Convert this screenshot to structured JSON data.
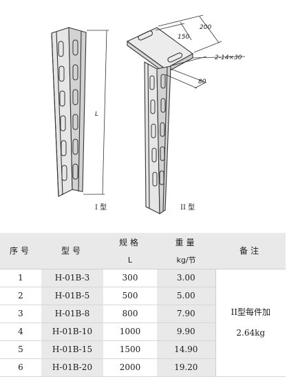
{
  "drawing": {
    "type1_caption": "I 型",
    "type2_caption": "II 型",
    "length_label": "L",
    "dim_200": "200",
    "dim_150": "150",
    "dim_80": "80",
    "dim_slot": "2-14×30"
  },
  "table": {
    "headers": {
      "index": "序号",
      "model": "型号",
      "spec": "规格",
      "spec_sub": "L",
      "weight": "重量",
      "weight_sub": "kg/节",
      "note": "备注"
    },
    "rows": [
      {
        "index": "1",
        "model": "H-01B-3",
        "length": "300",
        "weight": "3.00"
      },
      {
        "index": "2",
        "model": "H-01B-5",
        "length": "500",
        "weight": "5.00"
      },
      {
        "index": "3",
        "model": "H-01B-8",
        "length": "800",
        "weight": "7.90"
      },
      {
        "index": "4",
        "model": "H-01B-10",
        "length": "1000",
        "weight": "9.90"
      },
      {
        "index": "5",
        "model": "H-01B-15",
        "length": "1500",
        "weight": "14.90"
      },
      {
        "index": "6",
        "model": "H-01B-20",
        "length": "2000",
        "weight": "19.20"
      }
    ],
    "note_line1": "II型每件加",
    "note_line2": "2.64kg"
  }
}
